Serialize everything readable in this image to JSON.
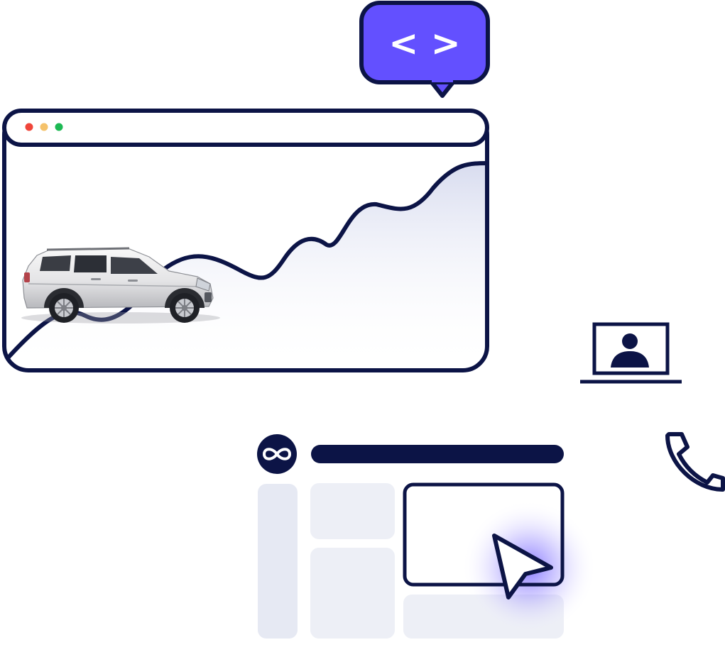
{
  "code_bubble": {
    "label": "< >",
    "icon": "code-brackets-icon"
  },
  "browser_window": {
    "window_controls": [
      "close-dot",
      "minimize-dot",
      "maximize-dot"
    ],
    "growth_graph": "trend-line",
    "car_image": "suv-car-image"
  },
  "laptop_user": {
    "icon": "laptop-user-icon"
  },
  "phone": {
    "icon": "phone-icon"
  },
  "dashboard": {
    "logo_icon": "infinity-logo-icon",
    "cursor_icon": "cursor-arrow-icon"
  },
  "colors": {
    "navy": "#0c1446",
    "accent": "#6350ff",
    "close_dot": "#f0453a",
    "minimize_dot": "#f5c26b",
    "maximize_dot": "#1db954",
    "panel_light": "#edeff6",
    "panel_sidebar": "#e6e9f3"
  }
}
